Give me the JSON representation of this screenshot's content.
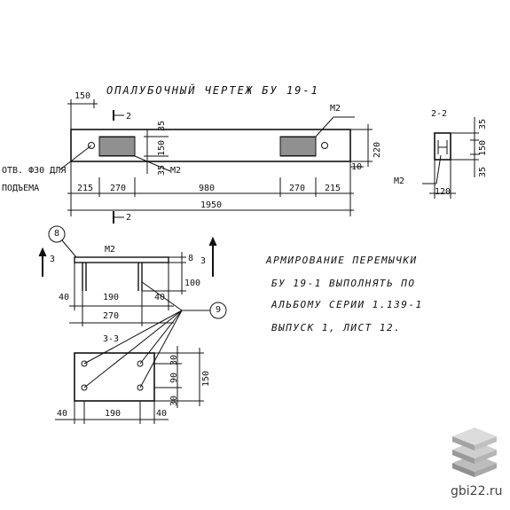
{
  "drawing": {
    "title": "ОПАЛУБОЧНЫЙ ЧЕРТЕЖ БУ 19-1",
    "elevation": {
      "dims_top": {
        "end": "150",
        "slot_top": "35",
        "slot_h": "150",
        "slot_bot": "35"
      },
      "dims_bottom": [
        "215",
        "270",
        "980",
        "270",
        "215"
      ],
      "total_length": "1950",
      "height": "220",
      "bottom_offset": "10",
      "hole_note_line1": "ОТВ. Ф30 ДЛЯ",
      "hole_note_line2": "ПОДЪЕМА",
      "embed_label": "М2",
      "section_mark": "2"
    },
    "section_2_2": {
      "title": "2-2",
      "dims_right": [
        "35",
        "150",
        "35"
      ],
      "bottom_width": "120",
      "embed_label": "М2"
    },
    "embed_m2": {
      "label": "М2",
      "position_top": "8",
      "position_bottom": "9",
      "section_mark": "3",
      "dim_top": "8",
      "dim_leg": "100",
      "dims_bottom": [
        "40",
        "190",
        "40"
      ],
      "total": "270"
    },
    "section_3_3": {
      "title": "3-3",
      "dims_right": [
        "30",
        "90",
        "30"
      ],
      "total_h": "150",
      "dims_bottom": [
        "40",
        "190",
        "40"
      ]
    },
    "note": {
      "line1": "АРМИРОВАНИЕ ПЕРЕМЫЧКИ",
      "line2": "БУ 19-1 ВЫПОЛНЯТЬ ПО",
      "line3": "АЛЬБОМУ СЕРИИ 1.139-1",
      "line4": "ВЫПУСК 1, ЛИСТ 12."
    }
  },
  "watermark": {
    "site": "gbi22.ru"
  }
}
